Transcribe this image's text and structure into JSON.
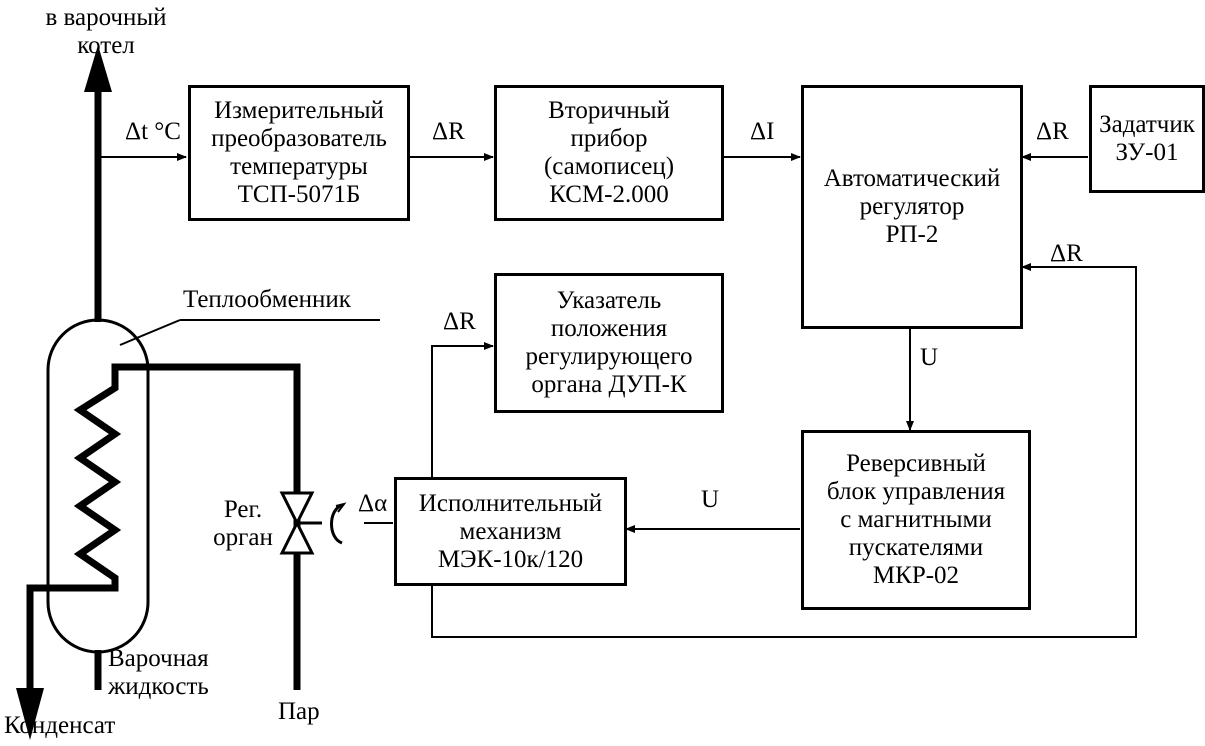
{
  "blocks": {
    "sensor": "Измерительный\nпреобразователь\nтемпературы\nТСП-5071Б",
    "recorder": "Вторичный\nприбор\n(самописец)\nКСМ-2.000",
    "regulator": "Автоматический\nрегулятор\nРП-2",
    "setter": "Задатчик\nЗУ-01",
    "position_indicator": "Указатель\nположения\nрегулирующего\nоргана ДУП-К",
    "reversing_unit": "Реверсивный\nблок управления\nс магнитными\nпускателями\nМКР-02",
    "actuator": "Исполнительный\nмеханизм\nМЭК-10к/120"
  },
  "labels": {
    "boiler": "в варочный\nкотел",
    "delta_t": "Δt °C",
    "delta_r_sensor": "ΔR",
    "delta_i": "ΔI",
    "delta_r_setter": "ΔR",
    "delta_r_feedback": "ΔR",
    "delta_r_indicator": "ΔR",
    "u_down": "U",
    "u_left": "U",
    "delta_alpha": "Δα",
    "heat_exchanger": "Теплообменник",
    "valve": "Рег.\nорган",
    "cooking_liquid": "Варочная\nжидкость",
    "steam": "Пар",
    "condensate": "Конденсат"
  }
}
